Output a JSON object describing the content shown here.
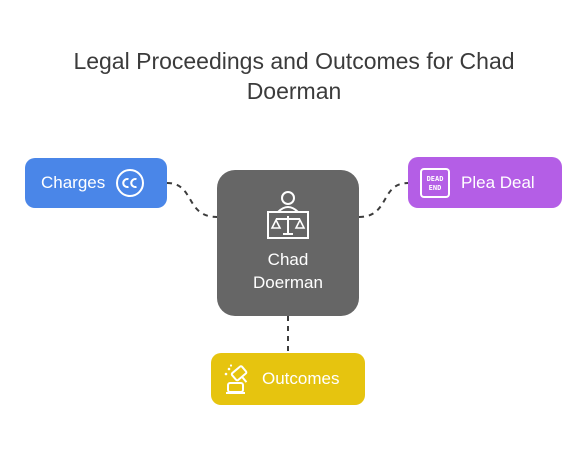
{
  "diagram": {
    "title_lines": [
      "Legal Proceedings and Outcomes for Chad",
      "Doerman"
    ],
    "center": {
      "label_lines": [
        "Chad",
        "Doerman"
      ],
      "icon": "judge-scales-icon"
    },
    "nodes": {
      "charges": {
        "label": "Charges",
        "icon": "cc-circle-icon",
        "color": "#4a86e8"
      },
      "plea": {
        "label": "Plea Deal",
        "icon": "dead-end-sign-icon",
        "icon_text_lines": [
          "DEAD",
          "END"
        ],
        "color": "#b45ee6"
      },
      "outcomes": {
        "label": "Outcomes",
        "icon": "gavel-icon",
        "color": "#e6c40f"
      }
    },
    "colors": {
      "center": "#666666",
      "connector": "#3c3c3c",
      "title": "#3b3b3b"
    }
  }
}
